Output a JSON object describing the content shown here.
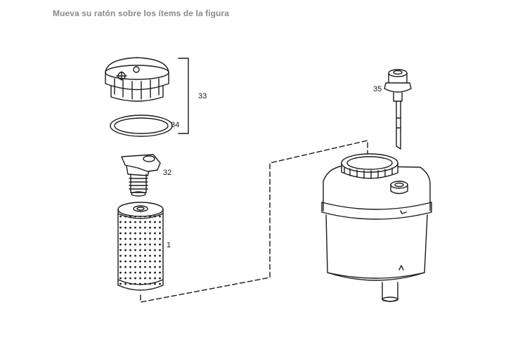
{
  "instruction": "Mueva su ratón sobre los ítems de la figura",
  "parts": [
    {
      "id": "cap",
      "label": "33"
    },
    {
      "id": "gasket-ring",
      "label": "34"
    },
    {
      "id": "dipstick",
      "label": "35"
    },
    {
      "id": "valve",
      "label": "32"
    },
    {
      "id": "filter-element",
      "label": "1"
    }
  ],
  "colors": {
    "line": "#1a1a1a",
    "text": "#1a1a1a",
    "instruction": "#8a8a8a"
  }
}
